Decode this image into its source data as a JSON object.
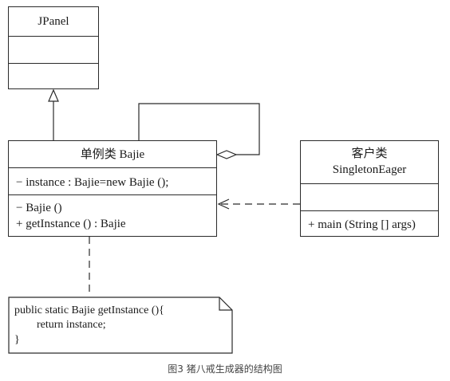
{
  "jpanel": {
    "name": "JPanel"
  },
  "singleton": {
    "name": "单例类  Bajie",
    "attribute": "− instance : Bajie=new Bajie ();",
    "operations": [
      "− Bajie ()",
      "+ getInstance () : Bajie"
    ]
  },
  "client": {
    "stereotype": "客户类",
    "name": "SingletonEager",
    "operation": "+ main (String [] args)"
  },
  "note": {
    "lines": [
      "public static Bajie getInstance (){",
      "        return instance;",
      "}"
    ]
  },
  "caption": "图3 猪八戒生成器的结构图",
  "colors": {
    "line": "#2a2a2a",
    "text": "#1a1a1a",
    "caption": "#444444",
    "background": "#ffffff"
  }
}
